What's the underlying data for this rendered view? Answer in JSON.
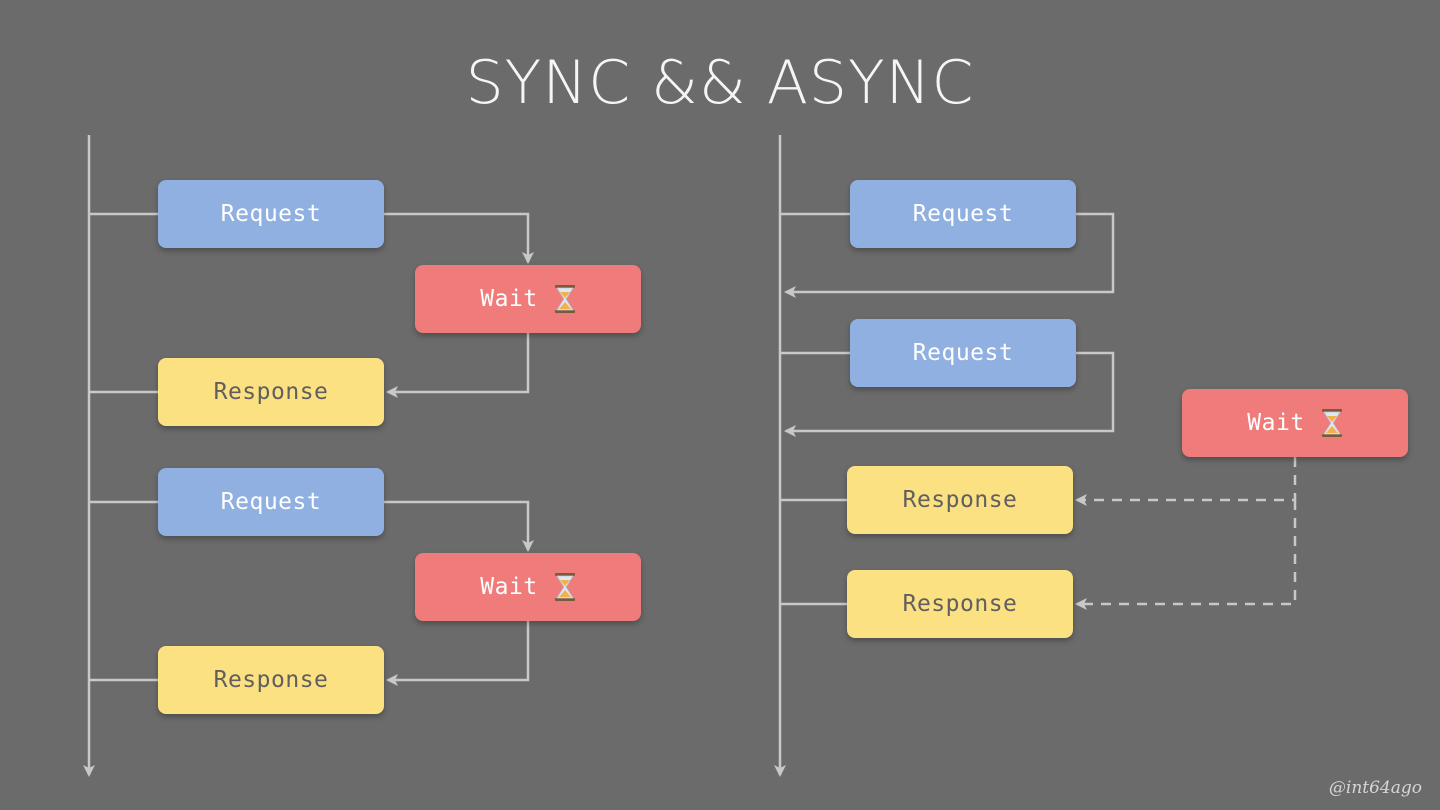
{
  "title": "SYNC && ASYNC",
  "credit": "@int64ago",
  "labels": {
    "request": "Request",
    "wait": "Wait",
    "response": "Response"
  },
  "colors": {
    "background": "#6b6b6b",
    "request": "#8fb0e0",
    "wait": "#ef7b7b",
    "response": "#fce183",
    "connector": "#c8c8c8"
  },
  "icons": {
    "wait": "hourglass-icon"
  }
}
